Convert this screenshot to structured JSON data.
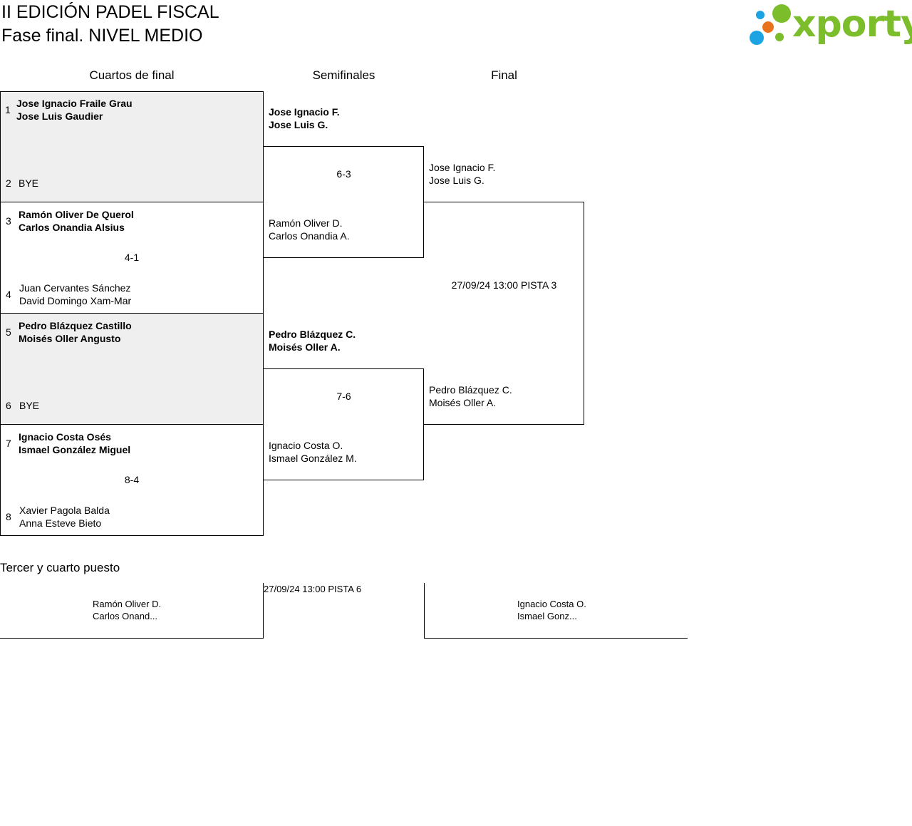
{
  "header": {
    "title_line1": "II EDICIÓN PADEL FISCAL",
    "title_line2": "Fase final. NIVEL MEDIO"
  },
  "logo": {
    "text": "xporty",
    "icon": "xporty-dots-logo",
    "colors": {
      "green": "#7cbd2c",
      "orange": "#e8731c",
      "blue": "#1ba3e3"
    }
  },
  "columns": {
    "quarterfinals": "Cuartos de final",
    "semifinals": "Semifinales",
    "final": "Final"
  },
  "quarterfinals": [
    {
      "top": {
        "seed": "1",
        "p1": "Jose Ignacio Fraile Grau",
        "p2": "Jose Luis Gaudier"
      },
      "bottom": {
        "seed": "2",
        "p1": "BYE",
        "p2": ""
      },
      "score": ""
    },
    {
      "top": {
        "seed": "3",
        "p1": "Ramón Oliver De Querol",
        "p2": "Carlos Onandia Alsius"
      },
      "bottom": {
        "seed": "4",
        "p1": "Juan Cervantes Sánchez",
        "p2": "David Domingo Xam-Mar"
      },
      "score": "4-1"
    },
    {
      "top": {
        "seed": "5",
        "p1": "Pedro Blázquez Castillo",
        "p2": "Moisés Oller Angusto"
      },
      "bottom": {
        "seed": "6",
        "p1": "BYE",
        "p2": ""
      },
      "score": ""
    },
    {
      "top": {
        "seed": "7",
        "p1": "Ignacio Costa Osés",
        "p2": "Ismael González Miguel"
      },
      "bottom": {
        "seed": "8",
        "p1": "Xavier Pagola Balda",
        "p2": "Anna Esteve Bieto"
      },
      "score": "8-4"
    }
  ],
  "semifinals": [
    {
      "top": {
        "p1": "Jose Ignacio F.",
        "p2": "Jose Luis G."
      },
      "bottom": {
        "p1": "Ramón Oliver D.",
        "p2": "Carlos Onandia A."
      },
      "score": "6-3"
    },
    {
      "top": {
        "p1": "Pedro Blázquez C.",
        "p2": "Moisés Oller A."
      },
      "bottom": {
        "p1": "Ignacio Costa O.",
        "p2": "Ismael González M."
      },
      "score": "7-6"
    }
  ],
  "final": {
    "top": {
      "p1": "Jose Ignacio F.",
      "p2": "Jose Luis G."
    },
    "bottom": {
      "p1": "Pedro Blázquez C.",
      "p2": "Moisés Oller A."
    },
    "schedule": "27/09/24 13:00 PISTA 3"
  },
  "third_place": {
    "heading": "Tercer y cuarto puesto",
    "schedule": "27/09/24 13:00 PISTA 6",
    "left": {
      "p1": "Ramón Oliver D.",
      "p2": "Carlos Onand..."
    },
    "right": {
      "p1": "Ignacio Costa O.",
      "p2": "Ismael Gonz..."
    }
  }
}
